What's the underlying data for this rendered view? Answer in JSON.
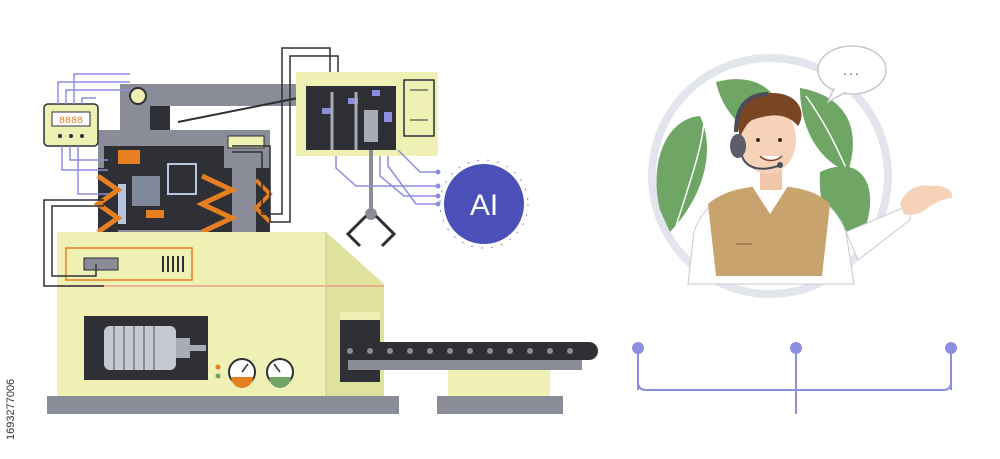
{
  "illustration": {
    "ai_badge_label": "AI",
    "speech_bubble_text": "...",
    "meter_display": "8888",
    "stock_id": "1693277006",
    "colors": {
      "machine_body": "#eef0b4",
      "machine_frame": "#8a8d97",
      "machine_dark": "#2f2f36",
      "ai_circle": "#4b4fb8",
      "connector_line": "#8d8ee0",
      "leaf_green": "#6fa565",
      "vest": "#c9a36d",
      "hazard_orange": "#e67e22"
    },
    "icons": [
      "robotic-arm-icon",
      "gauge-icon",
      "motor-icon",
      "conveyor-icon",
      "headset-icon",
      "speech-bubble-icon",
      "ai-chip-icon"
    ]
  }
}
